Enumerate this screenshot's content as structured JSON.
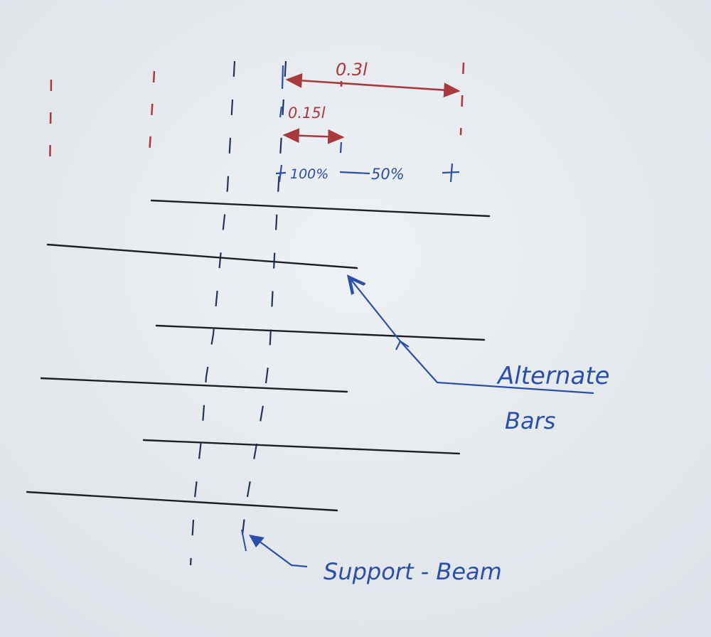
{
  "dimensions": {
    "overall_label": "0.3l",
    "partial_label": "0.15l"
  },
  "percentages": {
    "first": "100%",
    "second": "50%"
  },
  "annotations": {
    "bars_line1": "Alternate",
    "bars_line2": "Bars",
    "support_label": "Support - Beam"
  },
  "colors": {
    "paper": "#e6eaee",
    "red_ink": "#a83a3e",
    "blue_ink": "#2a4fa8",
    "black_ink": "#1e1f24"
  }
}
